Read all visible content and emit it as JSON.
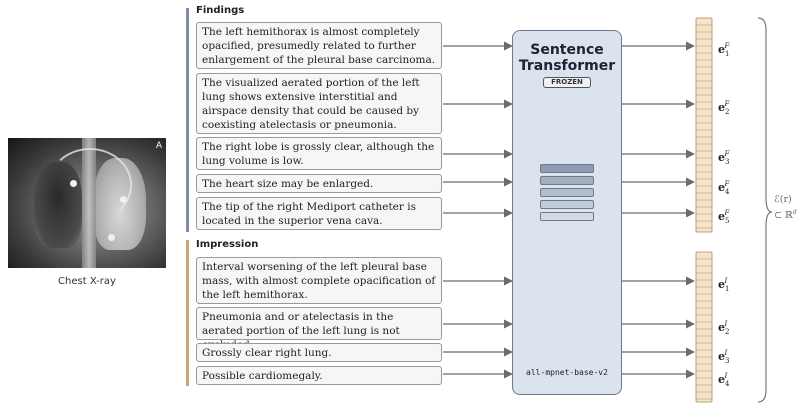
{
  "image": {
    "caption": "Chest X-ray",
    "corner_marker": "A"
  },
  "findings": {
    "title": "Findings",
    "sentences": [
      "The left hemithorax is almost completely opacified, presumedly related to further enlargement of the pleural base carcinoma.",
      "The visualized aerated portion of the left lung shows extensive interstitial and airspace density that could be caused by coexisting atelectasis or pneumonia.",
      "The right lobe is grossly clear, although the lung volume is low.",
      "The heart size may be enlarged.",
      "The tip of the right Mediport catheter is located in the superior vena cava."
    ],
    "embedding_labels": [
      {
        "symbol": "e",
        "sub": "1",
        "sup": "F"
      },
      {
        "symbol": "e",
        "sub": "2",
        "sup": "F"
      },
      {
        "symbol": "e",
        "sub": "3",
        "sup": "F"
      },
      {
        "symbol": "e",
        "sub": "4",
        "sup": "F"
      },
      {
        "symbol": "e",
        "sub": "5",
        "sup": "F"
      }
    ]
  },
  "impression": {
    "title": "Impression",
    "sentences": [
      "Interval worsening of the left pleural base mass, with almost complete opacification of the left hemithorax.",
      "Pneumonia and or atelectasis in the aerated portion of the left lung is not excluded.",
      "Grossly clear right lung.",
      "Possible cardiomegaly."
    ],
    "embedding_labels": [
      {
        "symbol": "e",
        "sub": "1",
        "sup": "I"
      },
      {
        "symbol": "e",
        "sub": "2",
        "sup": "I"
      },
      {
        "symbol": "e",
        "sub": "3",
        "sup": "I"
      },
      {
        "symbol": "e",
        "sub": "4",
        "sup": "I"
      }
    ]
  },
  "encoder": {
    "title_line1": "Sentence",
    "title_line2": "Transformer",
    "badge": "FROZEN",
    "model_name": "all-mpnet-base-v2"
  },
  "output": {
    "encoding_line1": "ℰ(r)",
    "encoding_line2": "⊂ ℝ",
    "encoding_sup": "d"
  },
  "colors": {
    "findings_accent": "#7d8fa6",
    "impression_accent": "#c9a978",
    "encoder_fill": "#dbe3ee",
    "embedding_fill": "#f6e3c8",
    "layer_fills": [
      "#8e9bb0",
      "#a2aec0",
      "#b3bdcc",
      "#c3ccd8",
      "#d3dae4"
    ],
    "arrow": "#6b6b6b"
  }
}
